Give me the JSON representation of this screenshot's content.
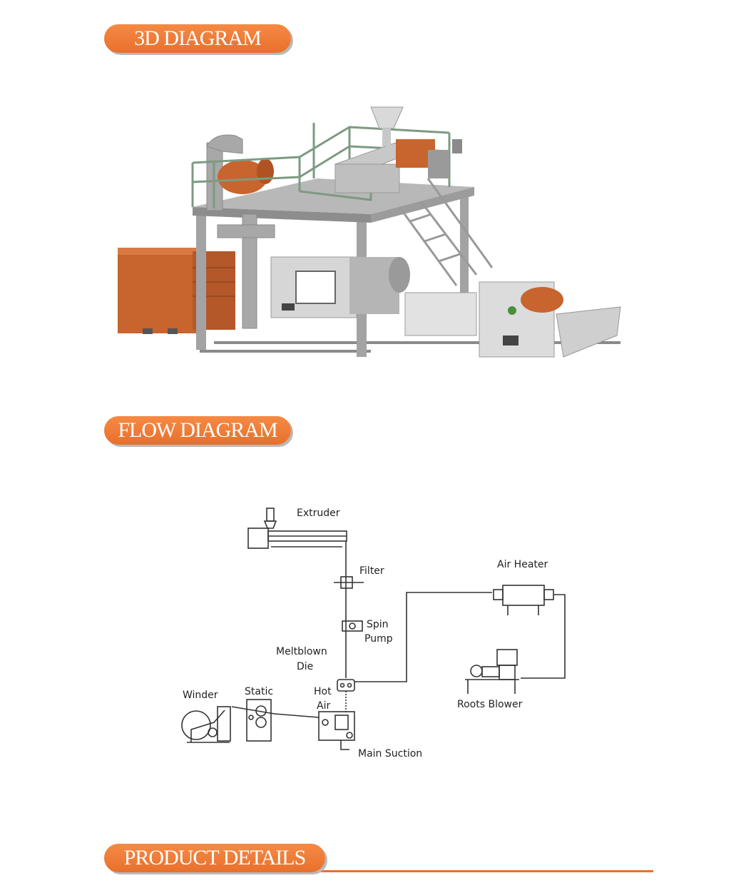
{
  "sections": {
    "diagram3d": {
      "title": "3D DIAGRAM"
    },
    "flow": {
      "title": "FLOW DIAGRAM"
    },
    "details": {
      "title": "PRODUCT DETAILS"
    }
  },
  "flow_labels": {
    "extruder": "Extruder",
    "filter": "Filter",
    "spin": "Spin",
    "pump": "Pump",
    "meltblown": "Meltblown",
    "die": "Die",
    "hot": "Hot",
    "air": "Air",
    "static": "Static",
    "winder": "Winder",
    "main_suction": "Main Suction",
    "air_heater": "Air Heater",
    "roots_blower": "Roots Blower"
  },
  "colors": {
    "accent": "#e8702c",
    "machine_orange": "#c8642d",
    "frame_grey": "#9a9a9a",
    "rail_green": "#7d9a82"
  }
}
